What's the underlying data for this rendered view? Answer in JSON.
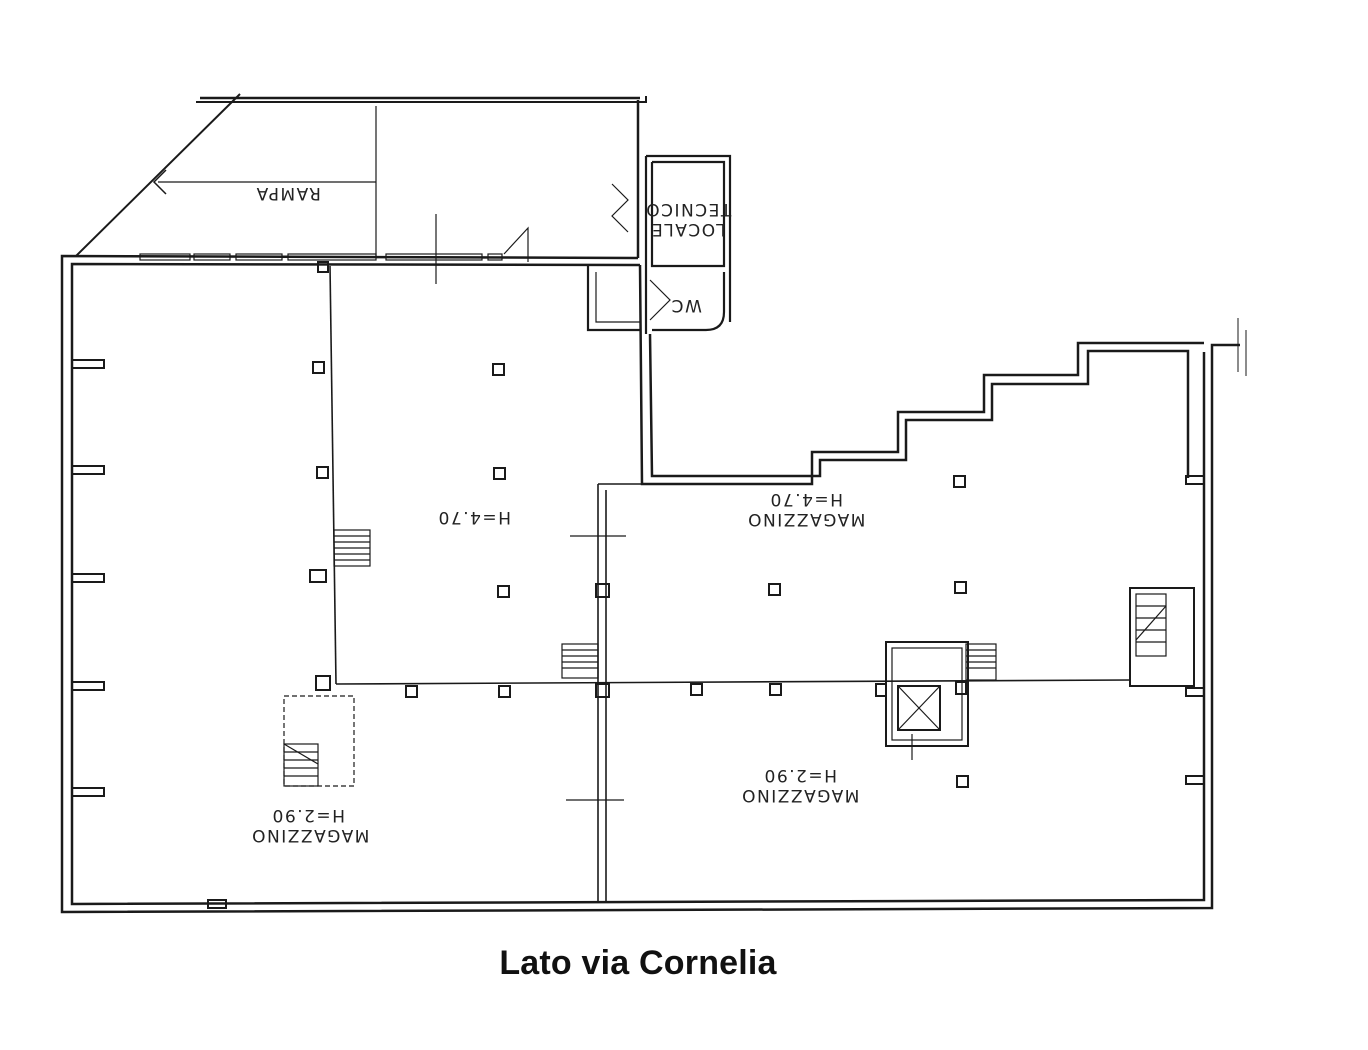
{
  "caption": "Lato via Cornelia",
  "rooms": {
    "ramp": {
      "label": "RAMPA"
    },
    "technical_room": {
      "line1": "LOCALE",
      "line2": "TECNICO"
    },
    "wc": {
      "label": "WC"
    },
    "upper_left": {
      "height": "H=4.70"
    },
    "upper_right": {
      "name": "MAGAZZINO",
      "height": "H=4.70"
    },
    "lower_left": {
      "name": "MAGAZZINO",
      "height": "H=2.90"
    },
    "lower_right": {
      "name": "MAGAZZINO",
      "height": "H=2.90"
    }
  },
  "colors": {
    "ink": "#1a1a1a",
    "paper": "#ffffff"
  }
}
